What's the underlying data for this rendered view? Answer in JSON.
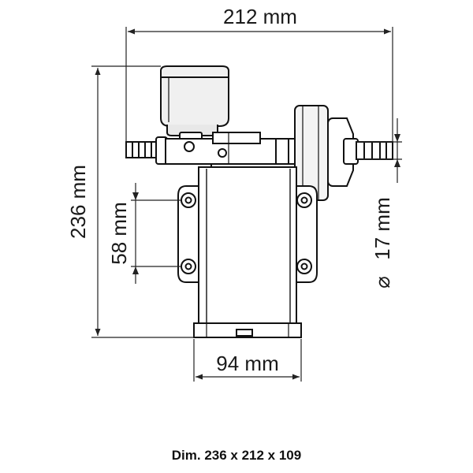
{
  "dimensions": {
    "width_top": "212 mm",
    "height_left": "236 mm",
    "mount_spacing": "58 mm",
    "outlet_diameter_value": "17 mm",
    "outlet_diameter_symbol": "⌀",
    "base_width": "94 mm"
  },
  "caption": "Dim. 236 x 212 x 109"
}
